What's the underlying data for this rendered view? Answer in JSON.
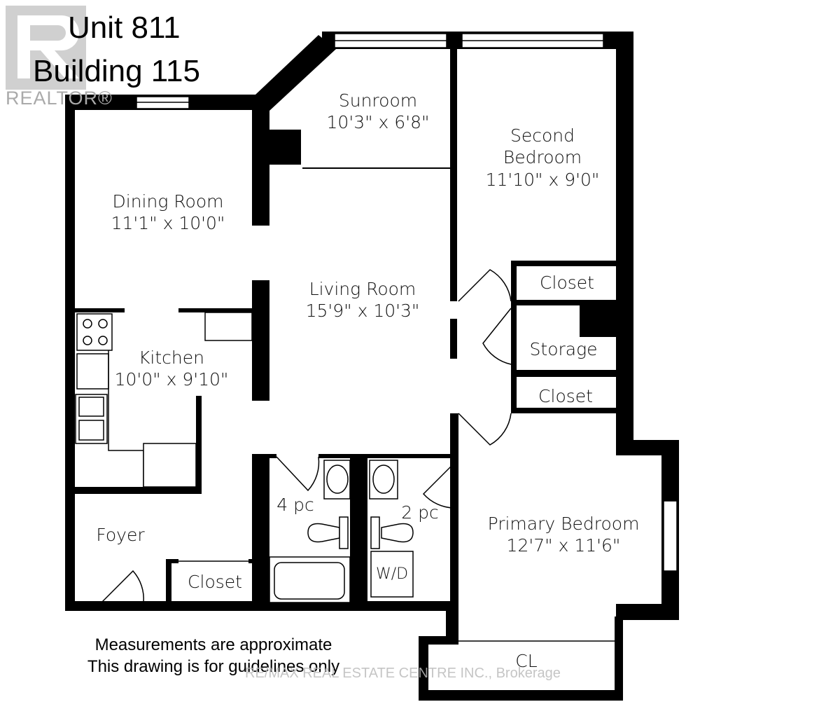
{
  "header": {
    "unit": "Unit 811",
    "building": "Building 115"
  },
  "rooms": [
    {
      "name": "Sunroom",
      "size": "10'3\" x 6'8\""
    },
    {
      "name": "Second Bedroom",
      "size": "11'10\" x 9'0\""
    },
    {
      "name": "Dining Room",
      "size": "11'1\" x 10'0\""
    },
    {
      "name": "Living Room",
      "size": "15'9\" x 10'3\""
    },
    {
      "name": "Kitchen",
      "size": "10'0\" x 9'10\""
    },
    {
      "name": "Primary Bedroom",
      "size": "12'7\" x 11'6\""
    }
  ],
  "labels": {
    "closet": "Closet",
    "storage": "Storage",
    "foyer": "Foyer",
    "bath4": "4 pc",
    "bath2": "2 pc",
    "wd": "W/D",
    "cl": "CL"
  },
  "notes": [
    "Measurements are approximate",
    "This drawing is for guidelines only"
  ],
  "watermarks": {
    "realtor": "REALTOR®",
    "brokerage": "RE/MAX REAL ESTATE CENTRE INC., Brokerage"
  },
  "colors": {
    "wall": "#000000",
    "watermark": "#b0b0b0"
  }
}
